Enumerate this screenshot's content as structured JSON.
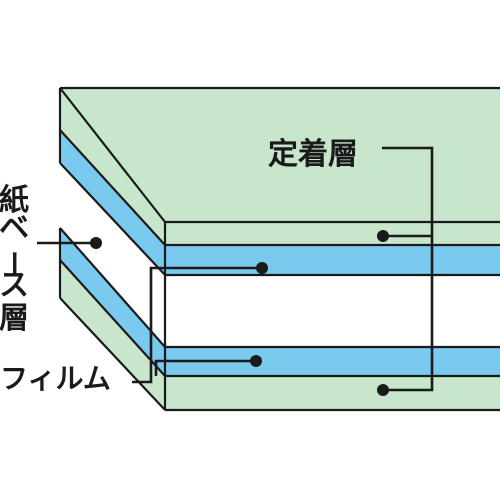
{
  "labels": {
    "fixing_layer": "定着層",
    "paper_base_layer": [
      "紙",
      "ベ",
      "ー",
      "ス",
      "層"
    ],
    "film": "フィルム"
  },
  "colors": {
    "green": "#c8e6cc",
    "blue": "#7ac9ef",
    "white": "#ffffff",
    "line": "#1a1a1a"
  }
}
